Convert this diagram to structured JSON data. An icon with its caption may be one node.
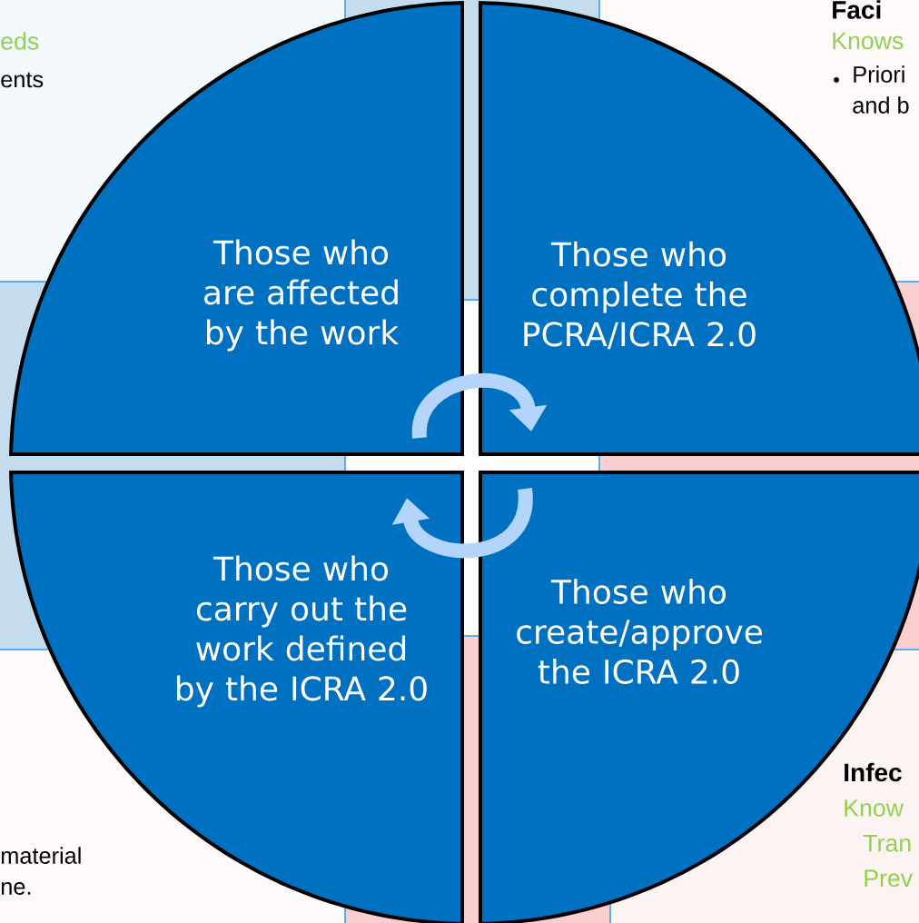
{
  "diagram": {
    "nodes": [
      {
        "text": [
          "Those who are affected by the work"
        ]
      },
      {
        "text": [
          "Those who complete the PCRA/ICRA 2.0"
        ]
      },
      {
        "text": [
          "Those who carry out the work defined by the ICRA 2.0"
        ]
      },
      {
        "text": [
          "Those who create/approve the ICRA 2.0"
        ]
      }
    ],
    "edges": [
      {
        "from": 0,
        "to": 1,
        "arrow": "to"
      },
      {
        "from": 3,
        "to": 2,
        "arrow": "to"
      }
    ],
    "labels": [
      "eds",
      "ents",
      "Faci",
      "Knows",
      "Priori and b",
      "material ne.",
      "Infec",
      "Know Tran Prev"
    ]
  }
}
